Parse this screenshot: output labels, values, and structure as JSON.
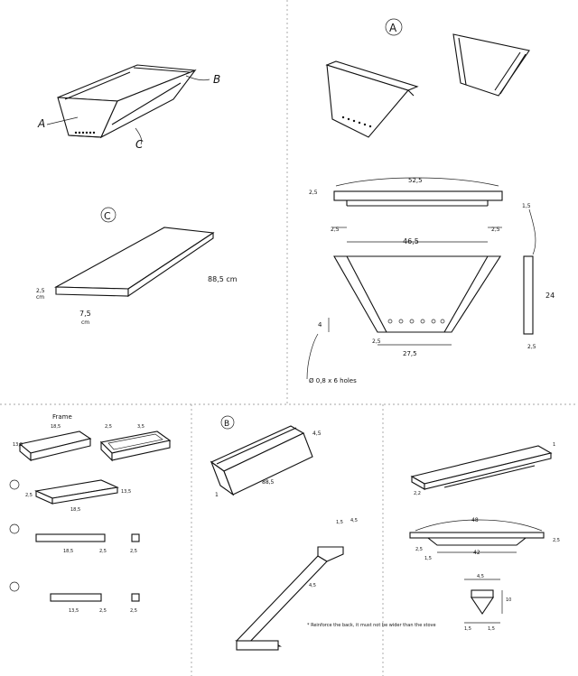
{
  "assembly": {
    "label_a": "A",
    "label_b": "B",
    "label_c": "C"
  },
  "panel_a": {
    "title": "A"
  },
  "panel_c": {
    "title": "C",
    "dim_thickness": "2,5",
    "dim_thickness_unit": "cm",
    "dim_width": "7,5",
    "dim_width_unit": "cm",
    "dim_length": "88,5 cm"
  },
  "drawing_a": {
    "dim_top": "52,5",
    "dim_small_left": "2,5",
    "dim_inner": "46,5",
    "dim_small_right": "2,5",
    "dim_side_top": "1,5",
    "dim_side_len": "24",
    "dim_side_bottom": "2,5",
    "dim_height": "4",
    "dim_bottom": "27,5",
    "dim_hole": "Ø 0,8 x 6 holes"
  },
  "frame_panel": {
    "title": "Frame",
    "d1": "2,5",
    "d2": "18,5",
    "d3": "18,5",
    "d4": "13,5",
    "d5": "3,5",
    "d6": "18,5",
    "d7": "2,5"
  },
  "panel_b": {
    "title": "B",
    "dim_a": "4,5",
    "dim_b": "88,5",
    "dim_c": "1",
    "dim_d": "1,5",
    "dim_e": "4,5",
    "dim_f": "4,5",
    "note": "* Reinforce the back, it must not be wider than the stove"
  },
  "panel_right": {
    "dim_a": "2,2",
    "dim_b": "1",
    "dim_c": "48",
    "dim_d": "2,5",
    "dim_e": "42",
    "dim_f": "1,5",
    "dim_g": "2,5",
    "dim_h": "4,5",
    "dim_i": "10",
    "dim_j": "1,5",
    "dim_k": "1,5"
  }
}
